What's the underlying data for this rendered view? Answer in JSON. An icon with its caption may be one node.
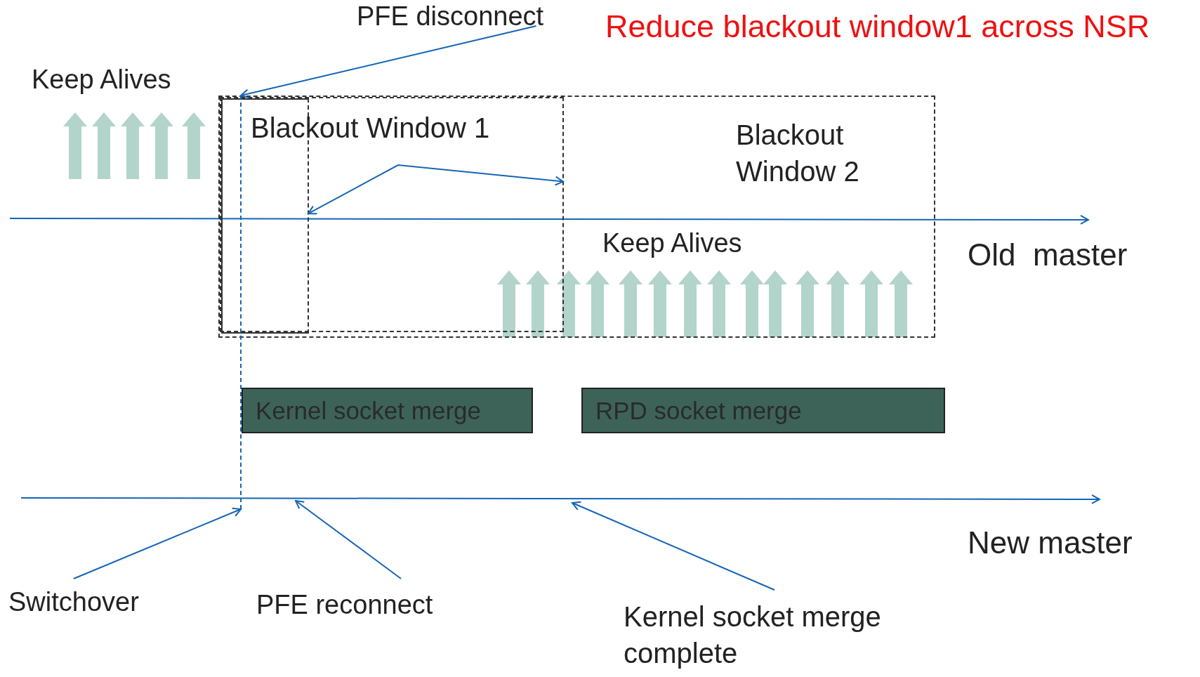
{
  "diagram": {
    "title": "Reduce blackout window1 across NSR",
    "nodes": [
      {
        "text": [
          "Blackout Window 2"
        ]
      },
      {
        "text": [
          "Blackout Window 1"
        ],
        "in": 0
      },
      {
        "text": [],
        "shape": "box",
        "in": 1
      },
      {
        "text": [],
        "shape": "line"
      },
      {
        "text": [
          "Kernel socket merge"
        ]
      },
      {
        "text": [
          "RPD socket merge"
        ]
      },
      {
        "text": [
          "PFE disconnect"
        ]
      },
      {
        "text": [
          "Switchover"
        ]
      },
      {
        "text": [
          "PFE reconnect"
        ]
      },
      {
        "text": [
          "Kernel socket merge complete"
        ]
      }
    ],
    "edges": [
      {
        "from": 6,
        "to": 3,
        "arrow": "to"
      },
      {
        "from": 7,
        "to": 3,
        "arrow": "to"
      },
      {
        "from": 8,
        "to": null,
        "arrow": "to"
      },
      {
        "from": 9,
        "to": null,
        "arrow": "to"
      },
      {
        "from": 2,
        "to": 1,
        "arrow": "both"
      }
    ],
    "labels": [
      "Keep Alives",
      "Keep Alives",
      "Old  master",
      "New master"
    ]
  }
}
